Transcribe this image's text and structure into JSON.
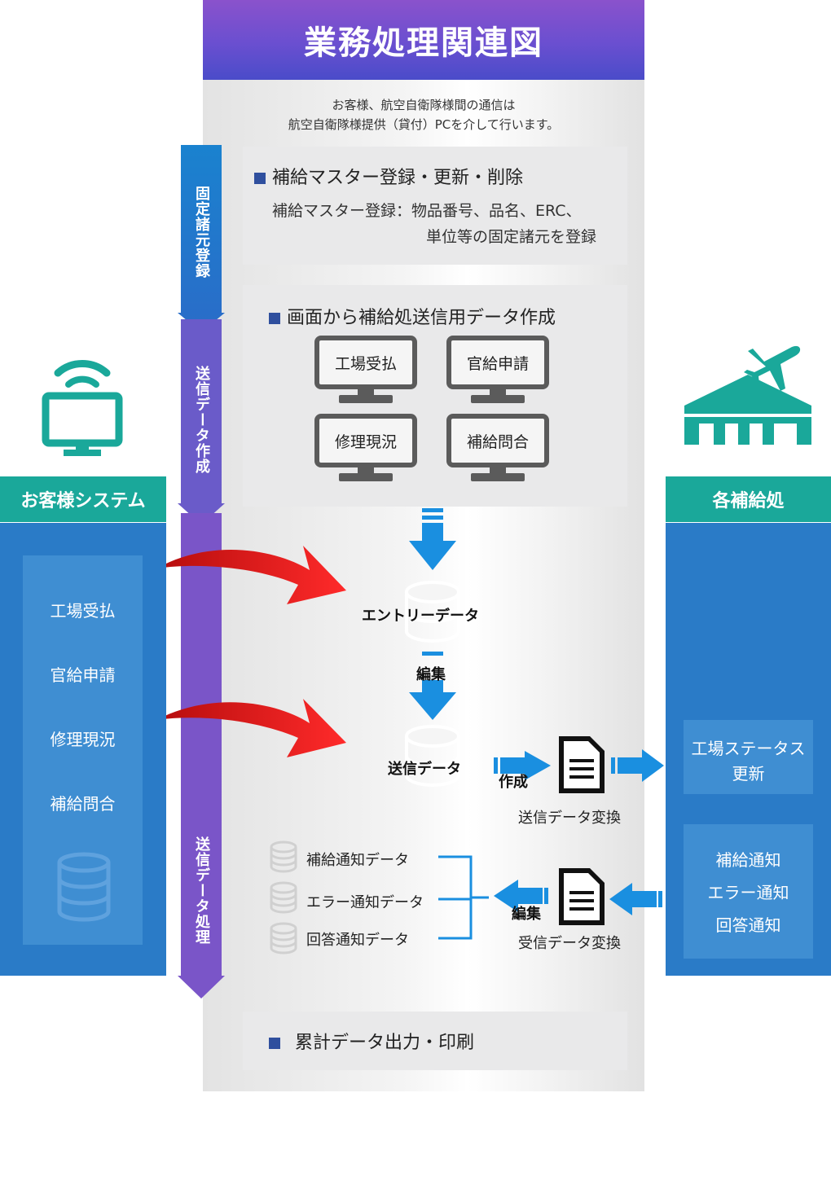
{
  "title": "業務処理関連図",
  "note": {
    "line1": "お客様、航空自衛隊様間の通信は",
    "line2": "航空自衛隊様提供（貸付）PCを介して行います。"
  },
  "phases": {
    "fixed": "固定諸元登録",
    "create": "送信データ作成",
    "process": "送信データ処理"
  },
  "master": {
    "heading": "補給マスター登録・更新・削除",
    "detail_line1": "補給マスター登録：物品番号、品名、ERC、",
    "detail_line2": "単位等の固定諸元を登録"
  },
  "screen_create": {
    "heading": "画面から補給処送信用データ作成",
    "monitors": [
      "工場受払",
      "官給申請",
      "修理現況",
      "補給問合"
    ]
  },
  "flow": {
    "entry_data": "エントリーデータ",
    "edit1": "編集",
    "send_data": "送信データ",
    "create": "作成",
    "send_convert": "送信データ変換",
    "edit2": "編集",
    "recv_convert": "受信データ変換",
    "notify": [
      "補給通知データ",
      "エラー通知データ",
      "回答通知データ"
    ]
  },
  "customer": {
    "header": "お客様システム",
    "items": [
      "工場受払",
      "官給申請",
      "修理現況",
      "補給問合"
    ]
  },
  "supply": {
    "header": "各補給処",
    "status_line1": "工場ステータス",
    "status_line2": "更新",
    "notices": [
      "補給通知",
      "エラー通知",
      "回答通知"
    ]
  },
  "output": {
    "label": "累計データ出力・印刷"
  },
  "colors": {
    "title_gradient": [
      "#8a52cc",
      "#4a4cc9"
    ],
    "teal": "#1aa89a",
    "blue_panel": "#2a7bc7",
    "arrow_blue": "#1a8fe0",
    "arrow_red": "#e01b1b",
    "phase_blue": "#1a82cf",
    "phase_purple": "#7a55c8"
  },
  "icons": [
    "monitor-wifi-icon",
    "hangar-airplane-icon",
    "database-icon",
    "document-icon"
  ]
}
